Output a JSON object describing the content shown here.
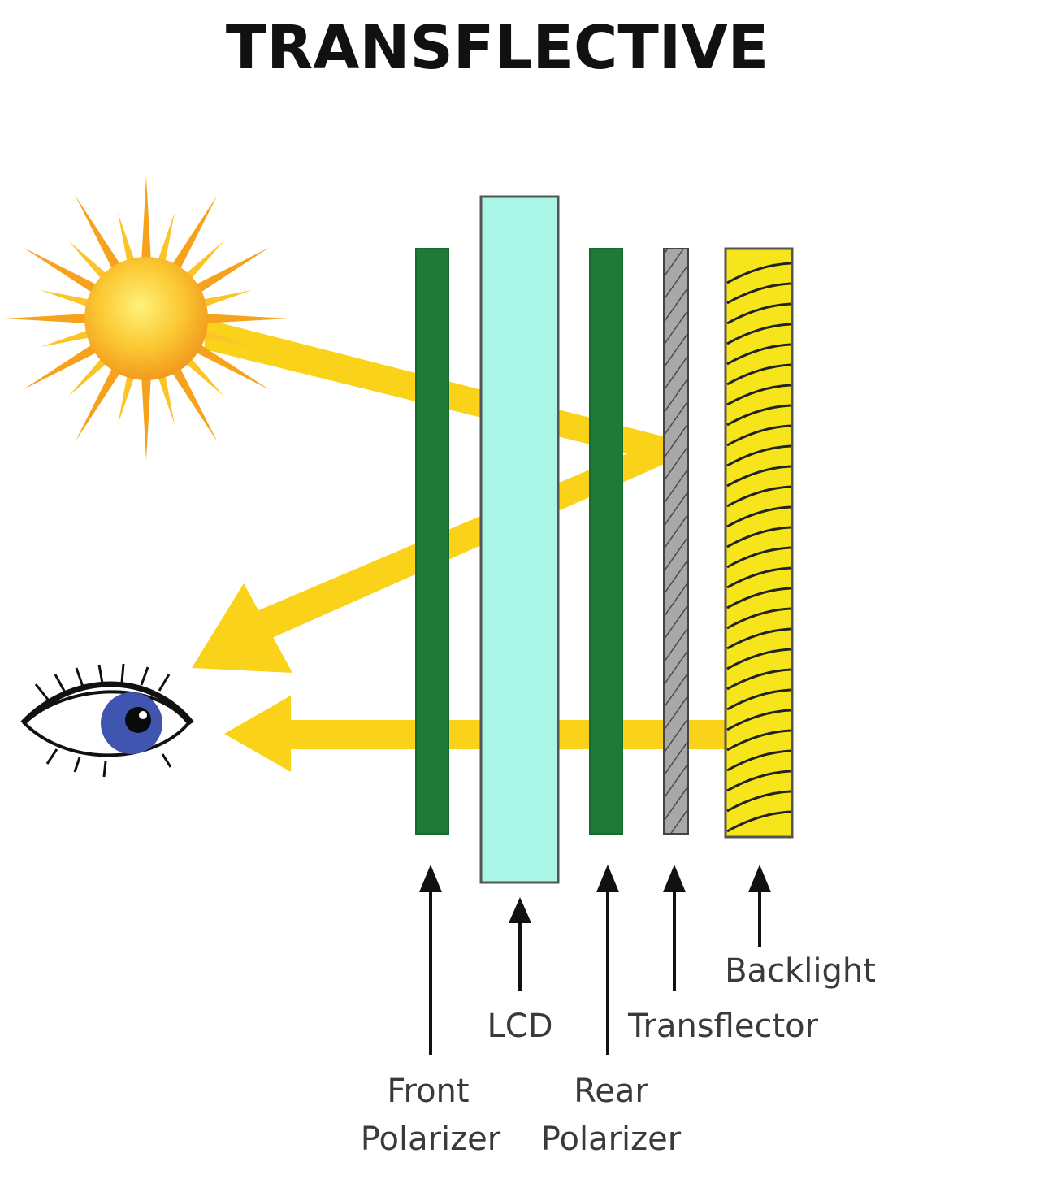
{
  "title": "TRANSFLECTIVE",
  "labels": {
    "front_polarizer": [
      "Front",
      "Polarizer"
    ],
    "lcd": "LCD",
    "rear_polarizer": [
      "Rear",
      "Polarizer"
    ],
    "transflector": "Transflector",
    "backlight": "Backlight"
  },
  "colors": {
    "polarizer": "#1f7a37",
    "lcd": "#a9f5e6",
    "transflector": "#a8a8a8",
    "backlight": "#f7e51c",
    "light_beam": "#fbd21a",
    "sun_core": "#f9b72b",
    "iris": "#3f55b0"
  },
  "icons": {
    "sun": "sun-icon",
    "eye": "eye-icon"
  }
}
